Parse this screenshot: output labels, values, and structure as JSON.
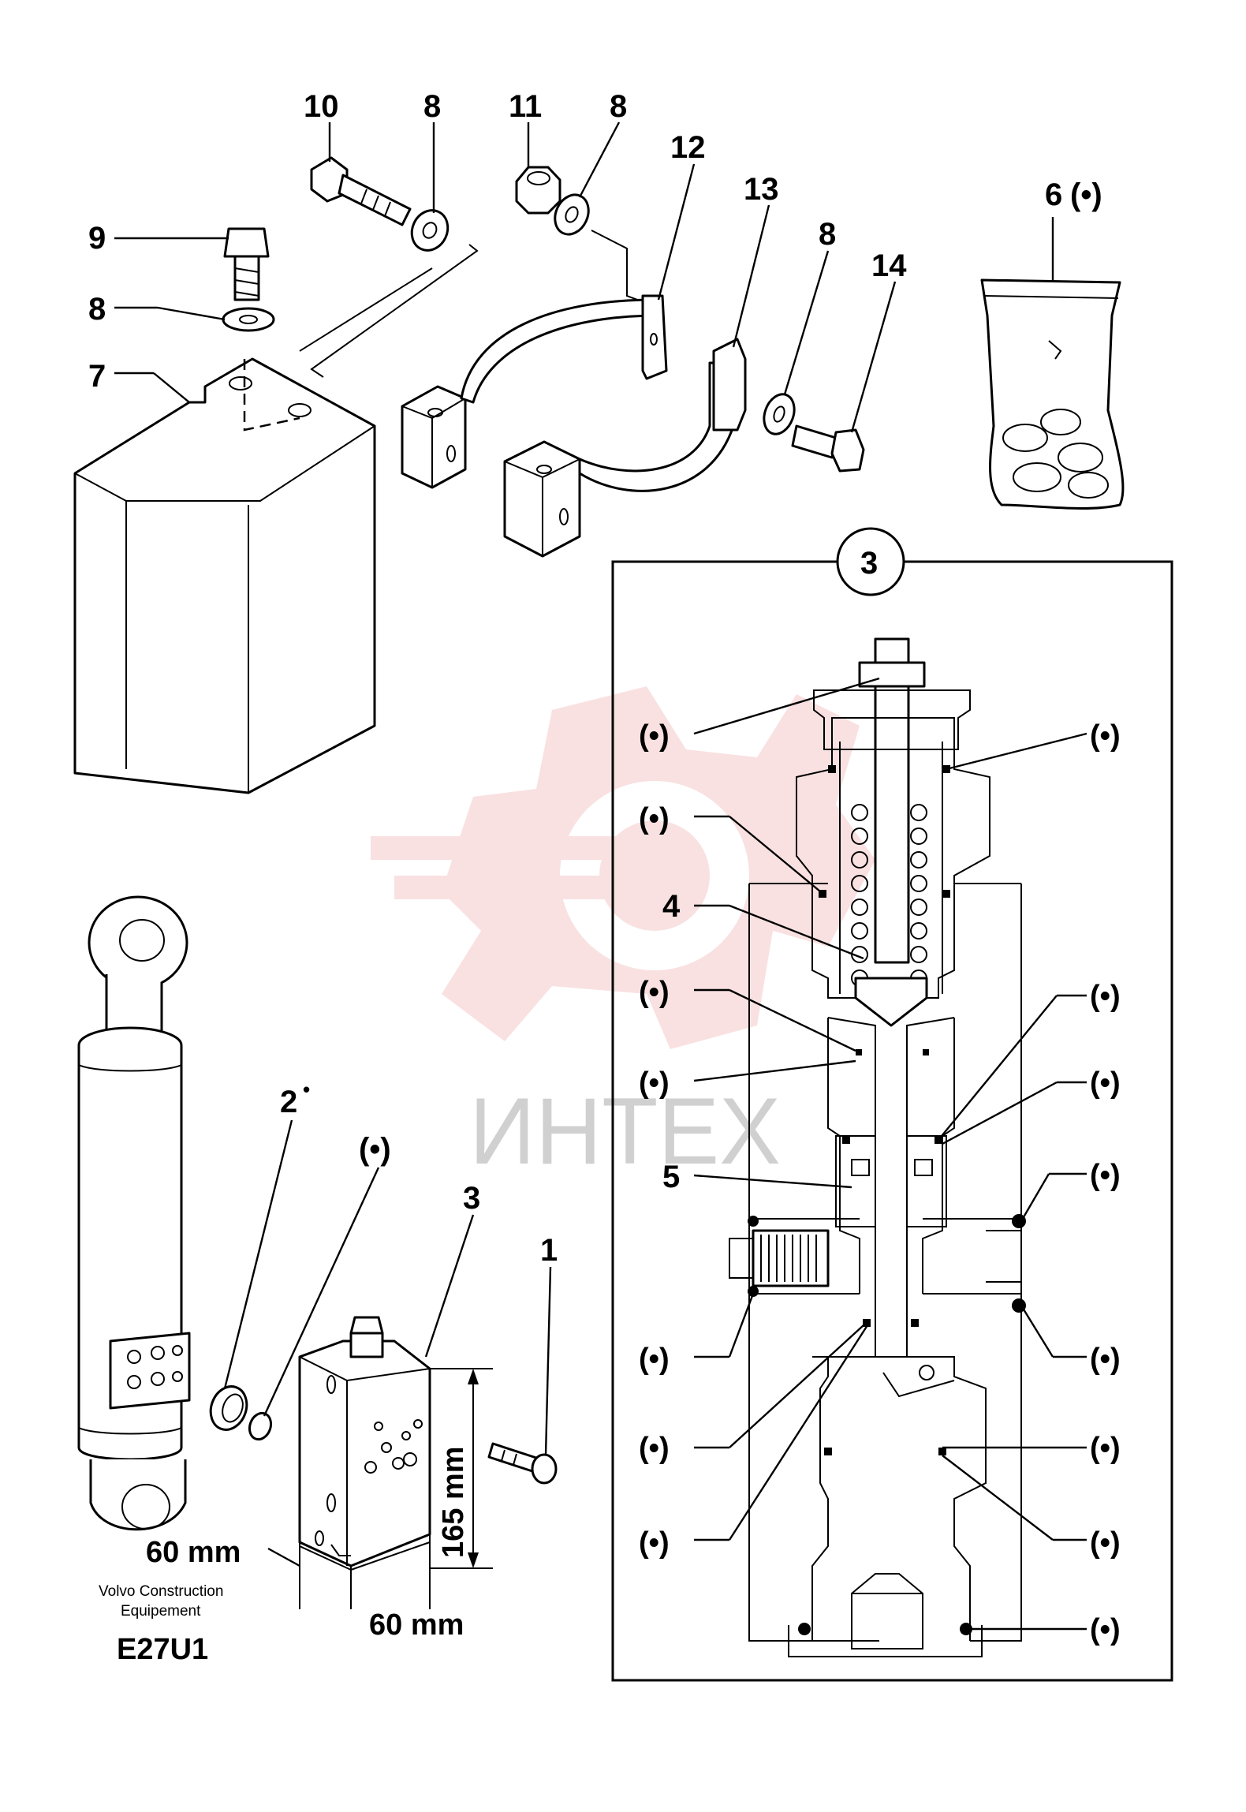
{
  "labels": {
    "p10": "10",
    "p8a": "8",
    "p11": "11",
    "p8b": "8",
    "p12": "12",
    "p13": "13",
    "p8c": "8",
    "p14": "14",
    "p6": "6",
    "p6_dot": "(•)",
    "p9": "9",
    "p8d": "8",
    "p7": "7",
    "p3_circle": "3",
    "p2": "2",
    "p2_dot": "•",
    "p_dot_oring": "(•)",
    "p3": "3",
    "p1": "1",
    "p4": "4",
    "p5": "5",
    "seal_marker": "(•)"
  },
  "dimensions": {
    "height": "165 mm",
    "width_a": "60 mm",
    "width_b": "60 mm"
  },
  "brand": {
    "line1": "Volvo Construction",
    "line2": "Equipement",
    "code": "E27U1"
  },
  "watermark": {
    "text": "ИНТЕХ",
    "color": "#f2b8b8"
  }
}
